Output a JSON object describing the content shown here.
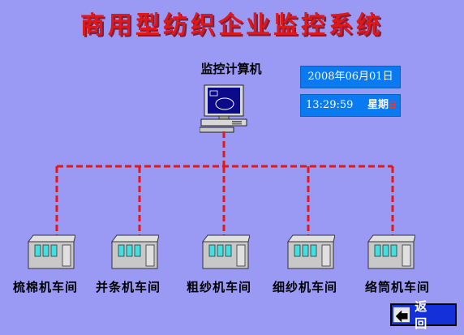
{
  "header": {
    "title": "商用型纺织企业监控系统"
  },
  "server": {
    "label": "监控计算机",
    "icon": "computer-icon"
  },
  "clock": {
    "date": "2008年06月01日",
    "time": "13:29:59",
    "week_label": "星期",
    "weekday": "日"
  },
  "workshops": [
    {
      "label": "梳棉机车间",
      "icon": "workshop-building-icon"
    },
    {
      "label": "并条机车间",
      "icon": "workshop-building-icon"
    },
    {
      "label": "粗纱机车间",
      "icon": "workshop-building-icon"
    },
    {
      "label": "细纱机车间",
      "icon": "workshop-building-icon"
    },
    {
      "label": "络筒机车间",
      "icon": "workshop-building-icon"
    }
  ],
  "footer": {
    "back_label": "返回",
    "back_icon": "back-arrow-icon"
  },
  "colors": {
    "background": "#9a9af5",
    "title": "#e01818",
    "network_line": "#e01818",
    "info_box": "#0a7af0",
    "button": "#1430d8"
  }
}
